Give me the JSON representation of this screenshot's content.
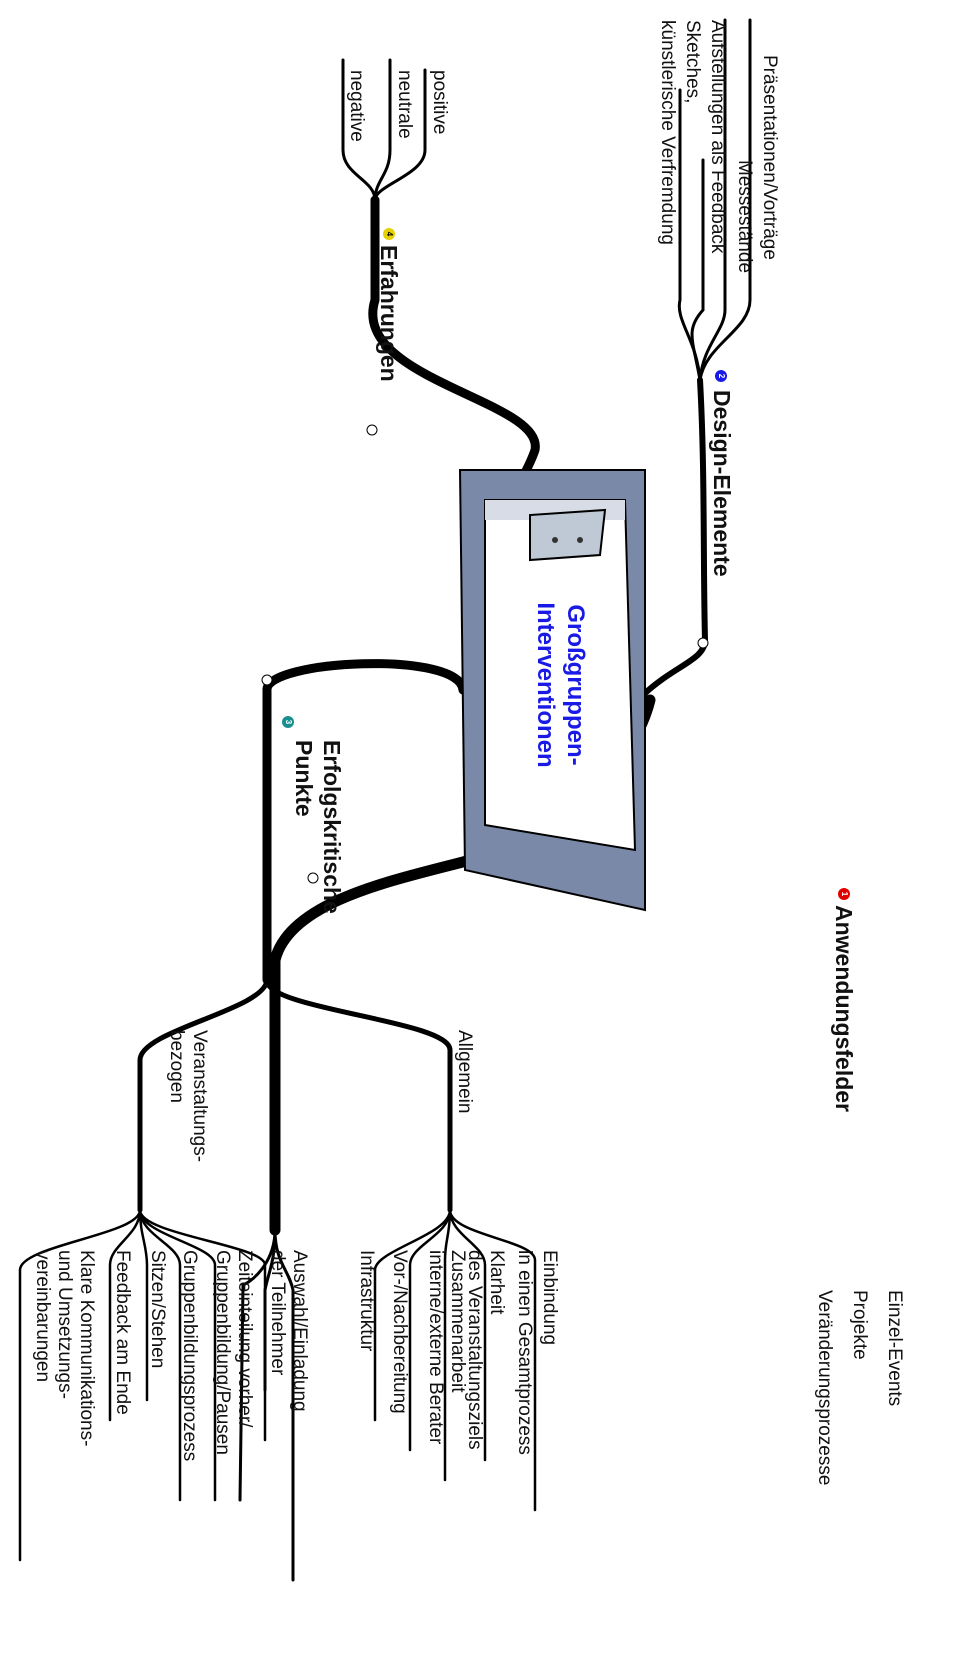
{
  "center": {
    "line1": "Großgruppen-",
    "line2": "Interventionen"
  },
  "colors": {
    "center_text": "#1a1ae6",
    "board_frame": "#7a89a8",
    "branch": "#000000",
    "badge_1": "#e00000",
    "badge_2": "#1a1ae6",
    "badge_3": "#1a8f8f",
    "badge_4": "#e6d100"
  },
  "branches": {
    "anwendungsfelder": {
      "title": "Anwendungsfelder",
      "badge": "1",
      "items": [
        "Einzel-Events",
        "Projekte",
        "Veränderungsprozesse"
      ]
    },
    "design": {
      "title": "Design-Elemente",
      "badge": "2",
      "items": [
        "Präsentationen/Vorträge",
        "Messestände",
        "Aufstellungen als Feedback",
        "Sketches,",
        "künstlerische Verfremdung"
      ]
    },
    "erfolg": {
      "title1": "Erfolgskritische",
      "title2": "Punkte",
      "badge": "3",
      "allgemein": {
        "label": "Allgemein",
        "items": [
          "Einbindung",
          "in einen Gesamtprozess",
          "Klarheit",
          "des Veranstaltungsziels",
          "Zusammenarbeit",
          "interne/externe Berater",
          "Vor-/Nachbereitung",
          "Infrastruktur"
        ]
      },
      "veranstaltung": {
        "label1": "Veranstaltungs-",
        "label2": "bezogen",
        "items": [
          "Auswahl/Einladung",
          "der Teilnehmer",
          "Zeiteinteilung vorher/",
          "Gruppenbildung/Pausen",
          "Gruppenbildungsprozess",
          "Sitzen/Stehen",
          "Feedback am Ende",
          "Klare Kommunikations-",
          "und Umsetzungs-",
          "vereinbarungen"
        ]
      }
    },
    "erfahrungen": {
      "title": "Erfahrungen",
      "badge": "4",
      "items": [
        "positive",
        "neutrale",
        "negative"
      ]
    }
  }
}
